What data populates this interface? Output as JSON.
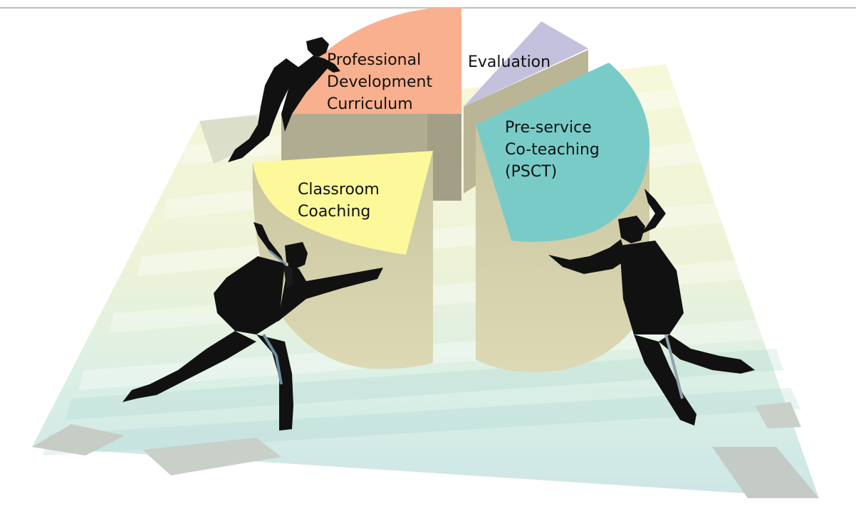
{
  "diagram": {
    "slices": [
      {
        "id": "professional-development",
        "lines": [
          "Professional",
          "Development",
          "Curriculum"
        ],
        "color": "#f9b08e"
      },
      {
        "id": "evaluation",
        "lines": [
          "Evaluation"
        ],
        "color": "#c3c1dd"
      },
      {
        "id": "preservice-coteaching",
        "lines": [
          "Pre-service",
          "Co-teaching",
          "(PSCT)"
        ],
        "color": "#79cbc8"
      },
      {
        "id": "classroom-coaching",
        "lines": [
          "Classroom",
          "Coaching"
        ],
        "color": "#fdf89a"
      }
    ],
    "figures": [
      "climbing-figure",
      "pushing-figure-left",
      "pushing-figure-right"
    ]
  }
}
